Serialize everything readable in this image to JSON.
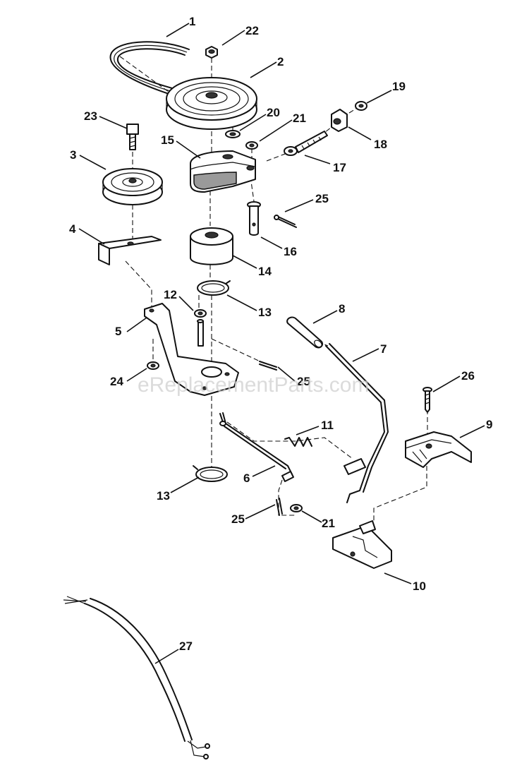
{
  "watermark": "eReplacementParts.com",
  "callouts": {
    "c1": "1",
    "c2": "2",
    "c3": "3",
    "c4": "4",
    "c5": "5",
    "c6": "6",
    "c7": "7",
    "c8": "8",
    "c9": "9",
    "c10": "10",
    "c11": "11",
    "c12": "12",
    "c13a": "13",
    "c13b": "13",
    "c14": "14",
    "c15": "15",
    "c16": "16",
    "c17": "17",
    "c18": "18",
    "c19": "19",
    "c20": "20",
    "c21a": "21",
    "c21b": "21",
    "c22": "22",
    "c23": "23",
    "c24": "24",
    "c25a": "25",
    "c25b": "25",
    "c25c": "25",
    "c26": "26",
    "c27": "27"
  }
}
